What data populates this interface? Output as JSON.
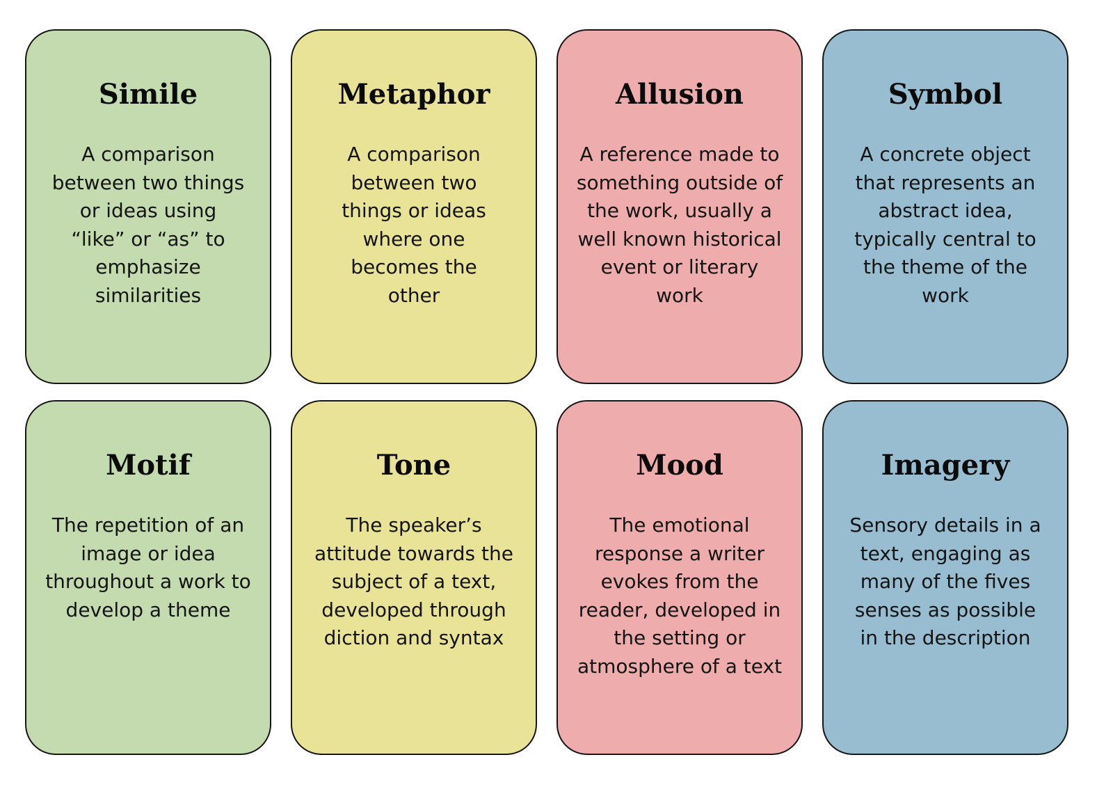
{
  "colors": {
    "green": "#c4dbaf",
    "yellow": "#e9e397",
    "pink": "#eeacac",
    "blue": "#98bdd0",
    "border": "#161616"
  },
  "cards": [
    {
      "term": "Simile",
      "definition": "A comparison between two things or ideas using “like” or “as” to emphasize similarities",
      "color": "#c4dbaf"
    },
    {
      "term": "Metaphor",
      "definition": "A comparison between two things or ideas where one becomes the other",
      "color": "#e9e397"
    },
    {
      "term": "Allusion",
      "definition": "A reference made to something outside of the work, usually a well known historical event or literary work",
      "color": "#eeacac"
    },
    {
      "term": "Symbol",
      "definition": "A concrete object that represents an abstract idea, typically central to the theme of the work",
      "color": "#98bdd0"
    },
    {
      "term": "Motif",
      "definition": "The repetition of an image or idea throughout a work to develop a theme",
      "color": "#c4dbaf"
    },
    {
      "term": "Tone",
      "definition": "The speaker’s attitude towards the subject of a text, developed through diction and syntax",
      "color": "#e9e397"
    },
    {
      "term": "Mood",
      "definition": "The emotional response a writer evokes from the reader, developed in the setting or atmosphere of a text",
      "color": "#eeacac"
    },
    {
      "term": "Imagery",
      "definition": "Sensory details in a text, engaging as many of the fives senses as possible in the description",
      "color": "#98bdd0"
    }
  ]
}
